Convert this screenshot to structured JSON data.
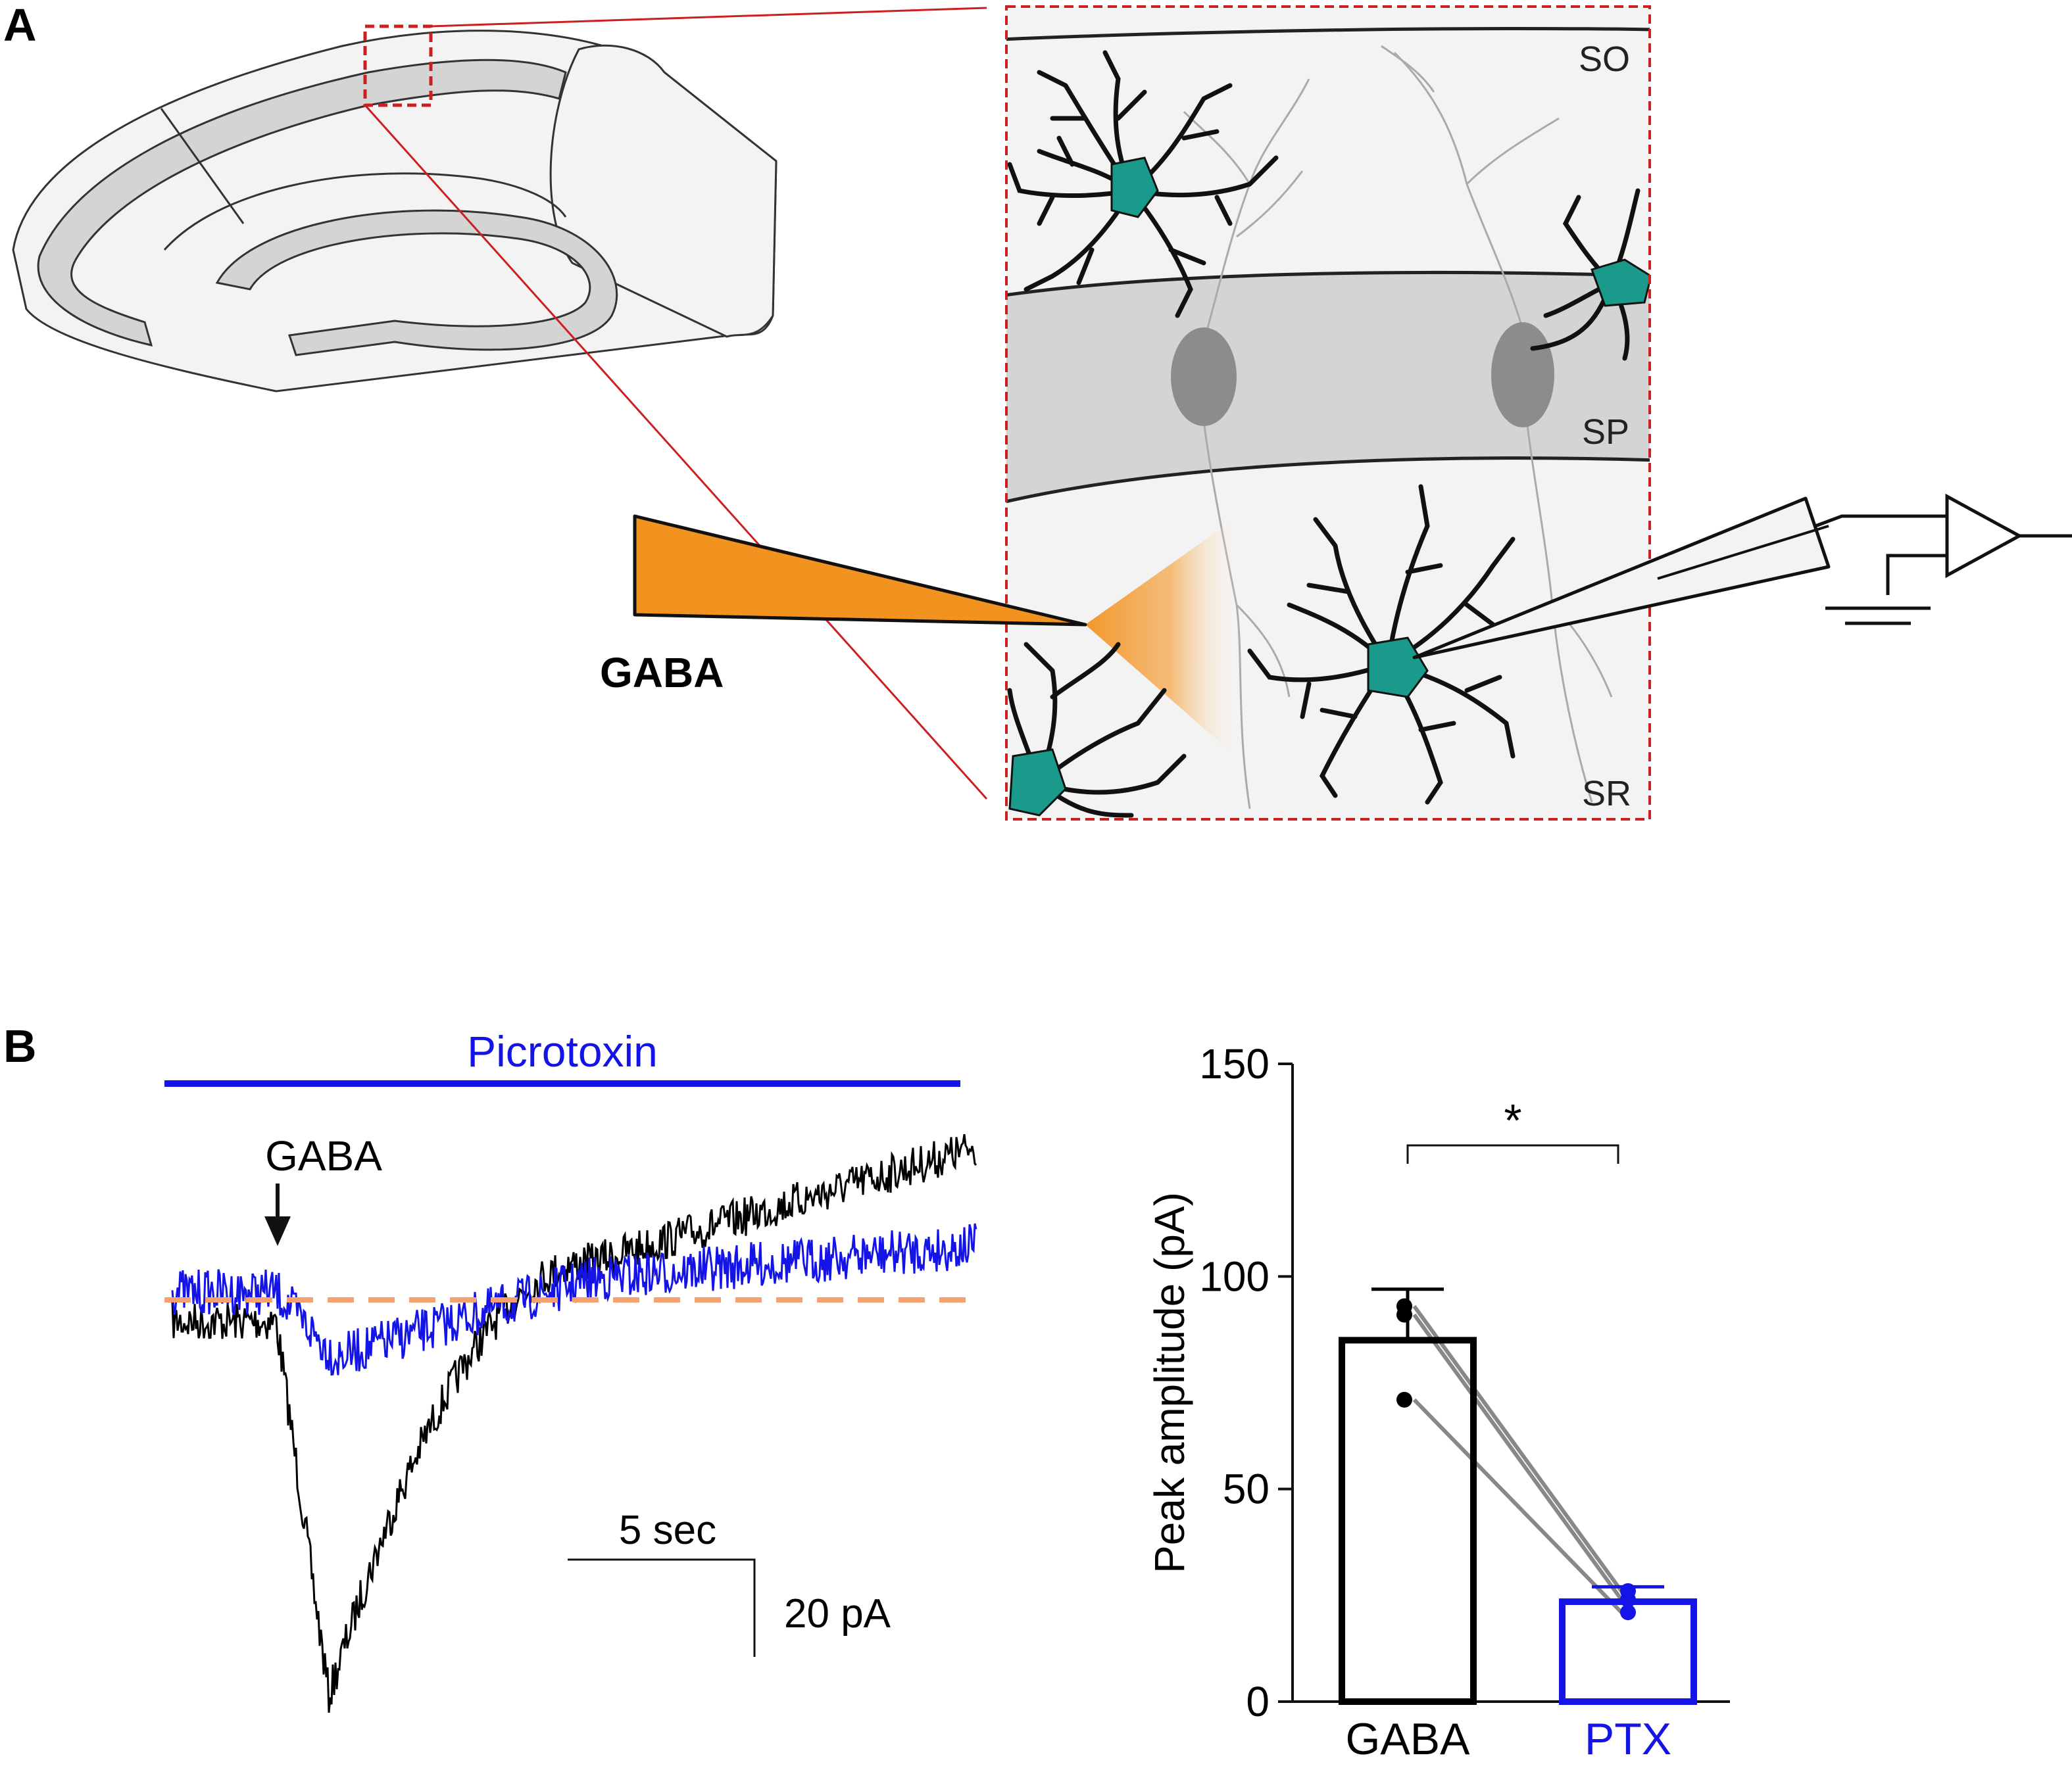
{
  "panel_a": {
    "label": "A",
    "stimulus_label": "GABA",
    "layers": {
      "so": "SO",
      "sp": "SP",
      "sr": "SR"
    },
    "colors": {
      "astrocyte_fill": "#1a9a8a",
      "gaba_pipette": "#f2921f",
      "zoom_box": "#cc1f1f",
      "pyramidal_layer": "#d4d4d4",
      "pyramidal_soma": "#8c8c8c"
    }
  },
  "panel_b": {
    "label": "B",
    "trace": {
      "drug_label": "Picrotoxin",
      "stim_label": "GABA",
      "time_scale_label": "5 sec",
      "current_scale_label": "20 pA",
      "colors": {
        "control": "#000000",
        "ptx": "#1414e6",
        "baseline": "#f4a070"
      }
    }
  },
  "chart_data": {
    "type": "bar",
    "categories": [
      "GABA",
      "PTX"
    ],
    "values": [
      85,
      23.5
    ],
    "errors": [
      12,
      3.5
    ],
    "ylabel": "Peak amplitude (pA)",
    "ylim": [
      0,
      150
    ],
    "yticks": [
      "0",
      "50",
      "100",
      "150"
    ],
    "bar_colors": [
      "#000000",
      "#1414e6"
    ],
    "individual_points": [
      [
        93,
        91,
        71
      ],
      [
        26,
        24,
        21
      ]
    ],
    "significance": "*"
  }
}
